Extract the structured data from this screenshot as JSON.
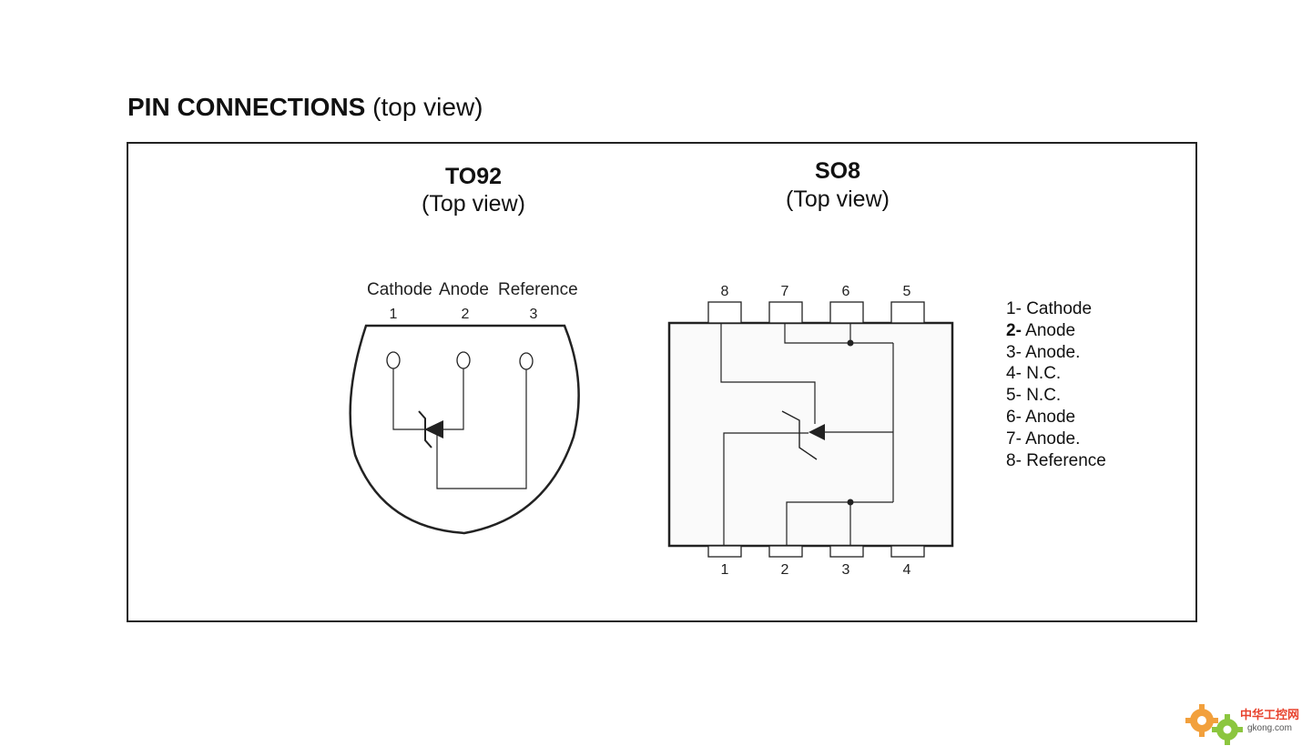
{
  "heading": {
    "bold": "PIN CONNECTIONS",
    "normal": "(top view)"
  },
  "to92": {
    "title": "TO92",
    "subtitle": "(Top view)",
    "pin_names": [
      "Cathode",
      "Anode",
      "Reference"
    ],
    "pin_numbers": [
      "1",
      "2",
      "3"
    ]
  },
  "so8": {
    "title": "SO8",
    "subtitle": "(Top view)",
    "top_pins": [
      "8",
      "7",
      "6",
      "5"
    ],
    "bottom_pins": [
      "1",
      "2",
      "3",
      "4"
    ]
  },
  "legend": [
    {
      "num": "1-",
      "name": "Cathode"
    },
    {
      "num": "2-",
      "name": "Anode"
    },
    {
      "num": "3-",
      "name": "Anode."
    },
    {
      "num": "4-",
      "name": "N.C."
    },
    {
      "num": "5-",
      "name": "N.C."
    },
    {
      "num": "6-",
      "name": "Anode"
    },
    {
      "num": "7-",
      "name": "Anode."
    },
    {
      "num": "8-",
      "name": "Reference"
    }
  ],
  "watermark": {
    "cn": "中华工控网",
    "url": "gkong.com"
  },
  "colors": {
    "line": "#222222",
    "gear_orange": "#f2a03c",
    "gear_green": "#8cc63f",
    "brand_red": "#e8432e"
  }
}
